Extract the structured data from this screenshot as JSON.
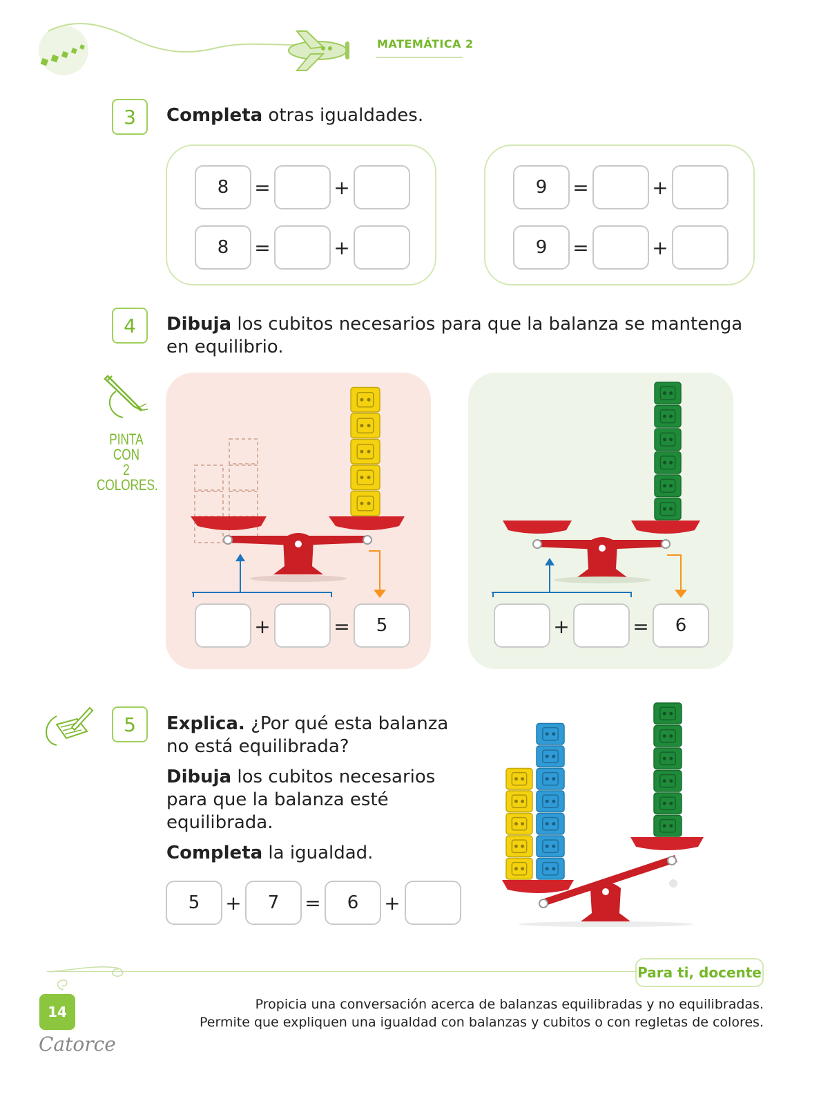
{
  "header": {
    "title": "MATEMÁTICA 2"
  },
  "activity3": {
    "number": "3",
    "instruction_bold": "Completa",
    "instruction_rest": " otras igualdades.",
    "left_panel": [
      {
        "total": "8",
        "eq": "=",
        "plus": "+"
      },
      {
        "total": "8",
        "eq": "=",
        "plus": "+"
      }
    ],
    "right_panel": [
      {
        "total": "9",
        "eq": "=",
        "plus": "+"
      },
      {
        "total": "9",
        "eq": "=",
        "plus": "+"
      }
    ]
  },
  "activity4": {
    "number": "4",
    "instruction_bold": "Dibuja",
    "instruction_rest": " los cubitos necesarios para que la balanza se mantenga en equilibrio.",
    "tip_line1": "PINTA CON",
    "tip_line2": "2 COLORES.",
    "left_balance": {
      "plus": "+",
      "eq": "=",
      "result": "5",
      "right_cubes": 5,
      "cube_color": "#f5d20f",
      "panel_color": "#fbe7e2"
    },
    "right_balance": {
      "plus": "+",
      "eq": "=",
      "result": "6",
      "right_cubes": 6,
      "cube_color": "#1f8a3a",
      "panel_color": "#eef5e8"
    }
  },
  "activity5": {
    "number": "5",
    "line1_bold": "Explica.",
    "line1_rest": " ¿Por qué esta balanza no está equilibrada?",
    "line2_bold": "Dibuja",
    "line2_rest": " los cubitos necesarios para que la balanza esté equilibrada.",
    "line3_bold": "Completa",
    "line3_rest": " la igualdad.",
    "equation": {
      "a": "5",
      "plus1": "+",
      "b": "7",
      "eq": "=",
      "c": "6",
      "plus2": "+"
    },
    "cubes": {
      "yellow": 5,
      "blue": 7,
      "green": 6
    }
  },
  "footer": {
    "para_ti": "Para ti, docente",
    "line1": "Propicia una conversación acerca de balanzas equilibradas y no equilibradas.",
    "line2": "Permite que expliquen una igualdad con balanzas y cubitos o con regletas de colores.",
    "page_number": "14",
    "page_word": "Catorce"
  }
}
